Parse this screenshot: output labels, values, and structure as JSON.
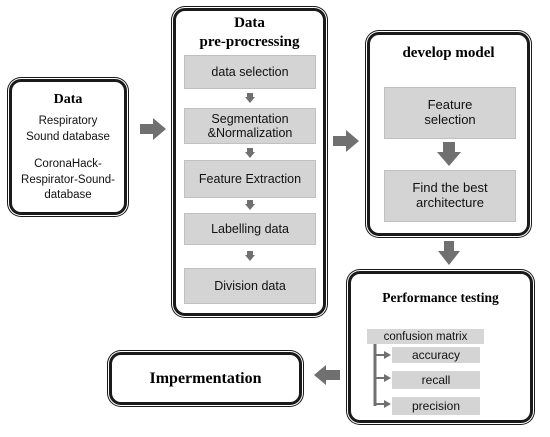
{
  "data_box": {
    "title": "Data",
    "sources": [
      "Respiratory\nSound database",
      "CoronaHack-\nRespirator-Sound-\ndatabase"
    ]
  },
  "preprocessing": {
    "title_line1": "Data",
    "title_line2": "pre-procressing",
    "steps": [
      "data selection",
      "Segmentation\n&Normalization",
      "Feature Extraction",
      "Labelling data",
      "Division data"
    ]
  },
  "develop": {
    "title": "develop model",
    "steps": [
      "Feature\nselection",
      "Find the best\narchitecture"
    ]
  },
  "performance": {
    "title": "Performance testing",
    "header": "confusion matrix",
    "metrics": [
      "accuracy",
      "recall",
      "precision"
    ]
  },
  "implementation": {
    "label": "Impermentation"
  },
  "colors": {
    "border": "#1a1a1a",
    "step_fill": "#d4d4d4",
    "arrow": "#707070"
  }
}
